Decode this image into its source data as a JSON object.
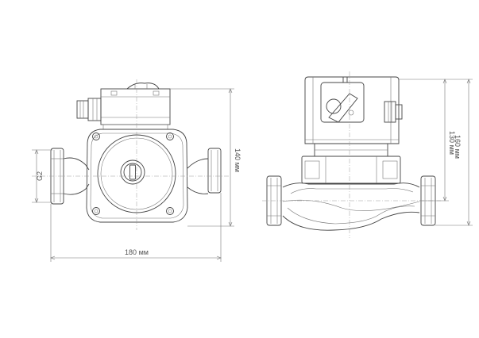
{
  "dimensions": {
    "front": {
      "height": "140 мм",
      "length": "180 мм",
      "thread": "G2"
    },
    "side": {
      "height_inner": "130 мм",
      "height_outer": "160 мм"
    }
  }
}
